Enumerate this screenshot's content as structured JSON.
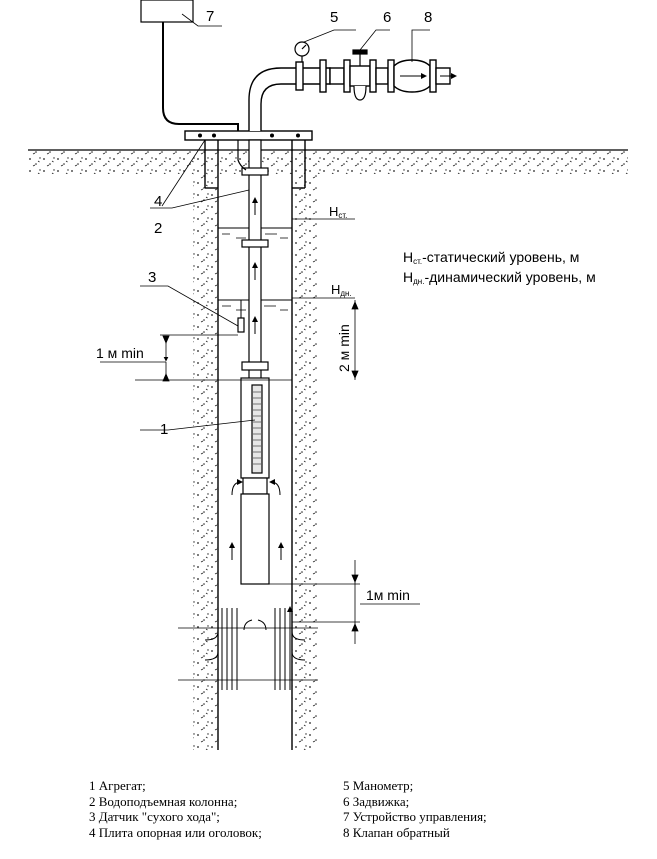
{
  "callouts": {
    "n1": "1",
    "n2": "2",
    "n3": "3",
    "n4": "4",
    "n5": "5",
    "n6": "6",
    "n7": "7",
    "n8": "8"
  },
  "levels": {
    "static_mark_main": "Н",
    "static_mark_sub": "ст.",
    "dynamic_mark_main": "Н",
    "dynamic_mark_sub": "дн."
  },
  "dimensions": {
    "one_m_min_left": "1 м min",
    "two_m_min": "2 м min",
    "one_m_min_right": "1м min"
  },
  "notes": {
    "static_main": "Н",
    "static_sub": "ст.",
    "static_text": "-статический уровень, м",
    "dynamic_main": "Н",
    "dynamic_sub": "дн.",
    "dynamic_text": "-динамический уровень, м"
  },
  "legend": {
    "left": [
      "1 Агрегат;",
      "2 Водоподъемная колонна;",
      "3 Датчик \"сухого хода\";",
      "4 Плита опорная или оголовок;"
    ],
    "right": [
      "5 Манометр;",
      "6 Задвижка;",
      "7 Устройство управления;",
      "8 Клапан обратный"
    ]
  }
}
